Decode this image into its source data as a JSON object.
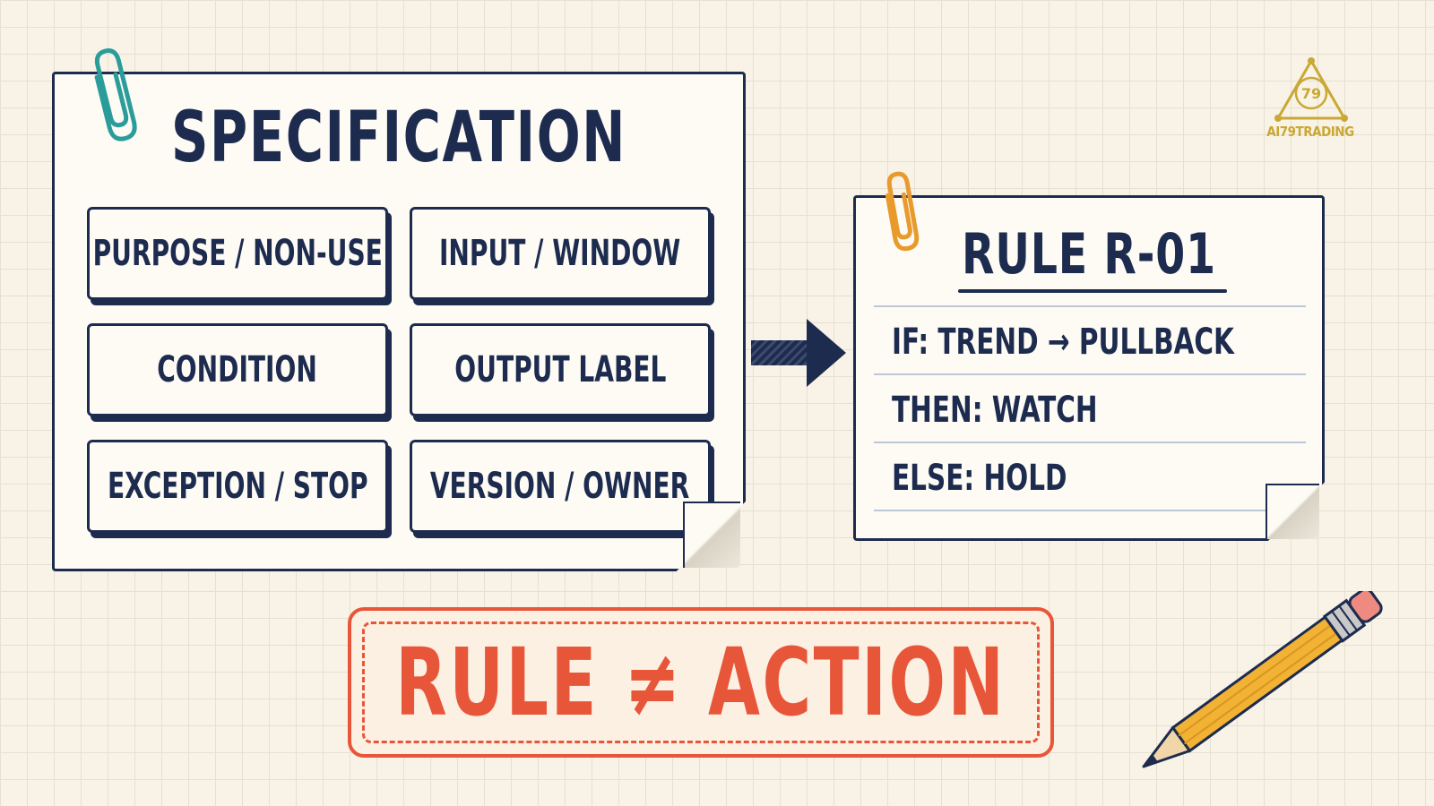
{
  "specification": {
    "title": "SPECIFICATION",
    "items": [
      {
        "label": "PURPOSE / NON-USE"
      },
      {
        "label": "INPUT / WINDOW"
      },
      {
        "label": "CONDITION"
      },
      {
        "label": "OUTPUT LABEL"
      },
      {
        "label": "EXCEPTION / STOP"
      },
      {
        "label": "VERSION / OWNER"
      }
    ]
  },
  "rule": {
    "title": "RULE R-01",
    "lines": [
      {
        "text": "IF:  TREND → PULLBACK"
      },
      {
        "text": "THEN:  WATCH"
      },
      {
        "text": "ELSE:  HOLD"
      }
    ]
  },
  "stamp": {
    "text": "RULE ≠ ACTION"
  },
  "logo": {
    "text": "AI79TRADING",
    "mark": "79"
  },
  "colors": {
    "ink": "#1d2b4f",
    "stamp": "#e8563a",
    "clip_teal": "#2a9d9a",
    "clip_orange": "#e89a2c",
    "logo_gold": "#c9a833",
    "pencil": "#f2b233"
  }
}
